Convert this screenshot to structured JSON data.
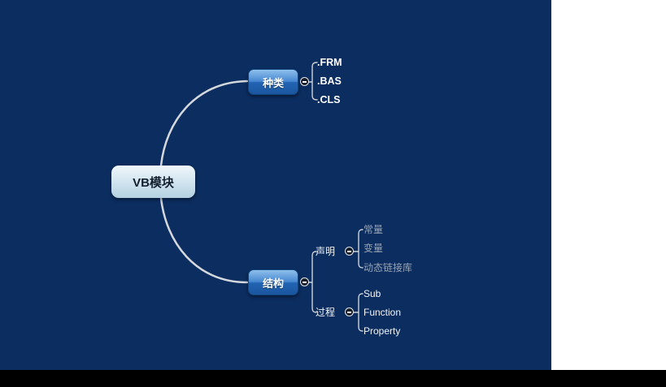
{
  "mindmap": {
    "root": {
      "label": "VB模块"
    },
    "kind": {
      "label": "种类",
      "items": [
        ".FRM",
        ".BAS",
        ".CLS"
      ]
    },
    "structure": {
      "label": "结构",
      "declare": {
        "label": "声明",
        "items": [
          "常量",
          "变量",
          "动态链接库"
        ]
      },
      "procedure": {
        "label": "过程",
        "items": [
          "Sub",
          "Function",
          "Property"
        ]
      }
    }
  },
  "colors": {
    "canvas_background": "#0c2d60",
    "branch_node_top": "#8fc0ec",
    "branch_node_bottom": "#1b569f",
    "root_node_top": "#f0f7fb",
    "root_node_bottom": "#b4d1e1",
    "connector_line": "#d4d8dd",
    "primary_item_text": "#ffffff",
    "muted_item_text": "#97a4b3",
    "outside_area": "#ffffff"
  }
}
